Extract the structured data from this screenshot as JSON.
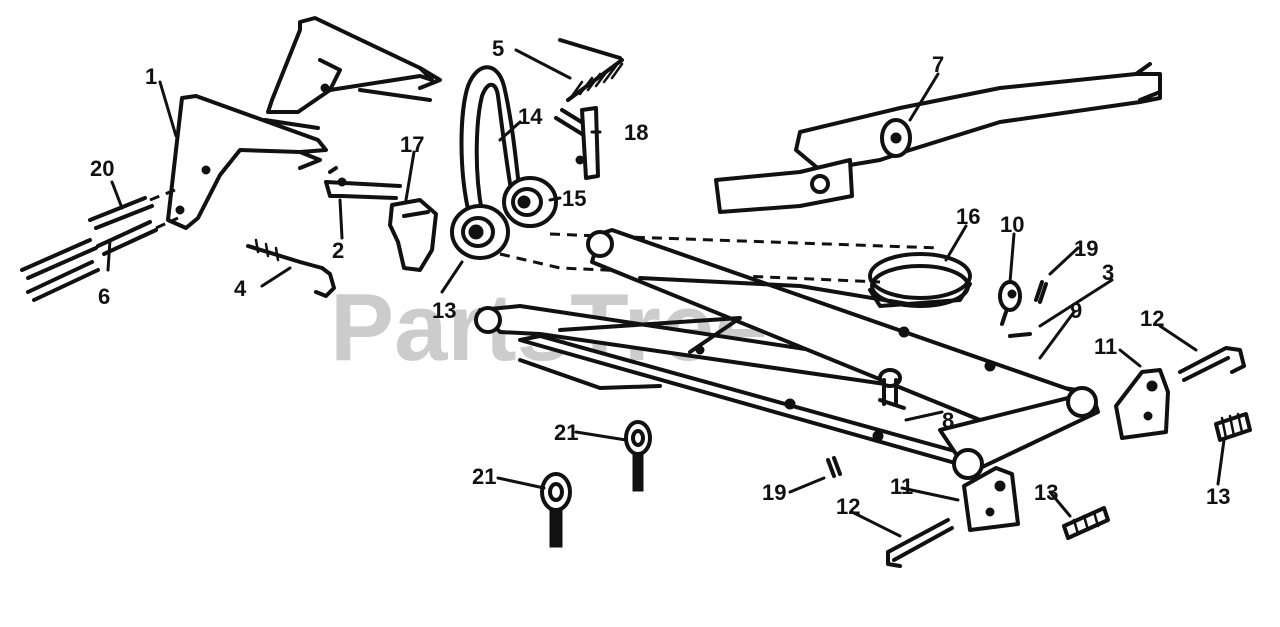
{
  "watermark": "PartsTree",
  "callouts": {
    "c1": "1",
    "c2": "2",
    "c3": "3",
    "c4": "4",
    "c5": "5",
    "c6": "6",
    "c7": "7",
    "c8": "8",
    "c9": "9",
    "c10": "10",
    "c11a": "11",
    "c11b": "11",
    "c12a": "12",
    "c12b": "12",
    "c13a": "13",
    "c13b": "13",
    "c13c": "13",
    "c14": "14",
    "c15": "15",
    "c16": "16",
    "c17": "17",
    "c18": "18",
    "c19a": "19",
    "c19b": "19",
    "c20": "20",
    "c21a": "21",
    "c21b": "21"
  }
}
